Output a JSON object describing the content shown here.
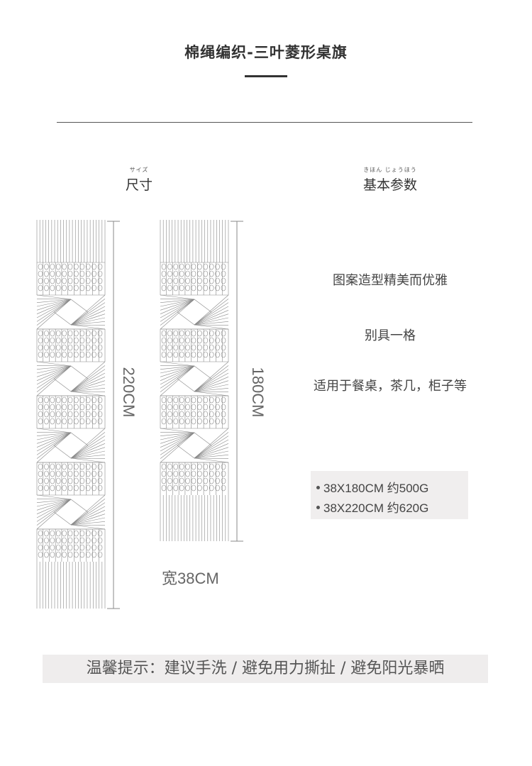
{
  "title": "棉绳编织-三叶菱形桌旗",
  "size_section": {
    "ruby": "サイズ",
    "heading": "尺寸"
  },
  "params_section": {
    "ruby": "きほん じょうほう",
    "heading": "基本参数"
  },
  "dimensions": {
    "long_length": "220CM",
    "short_length": "180CM",
    "width": "宽38CM"
  },
  "features": [
    "图案造型精美而优雅",
    "别具一格",
    "适用于餐桌，茶几，柜子等"
  ],
  "specs": [
    "38X180CM 约500G",
    "38X220CM 约620G"
  ],
  "tip": "温馨提示：建议手洗 / 避免用力撕扯 / 避免阳光暴晒",
  "colors": {
    "line": "#888888",
    "text": "#333333",
    "box_bg": "#f0eeee"
  }
}
